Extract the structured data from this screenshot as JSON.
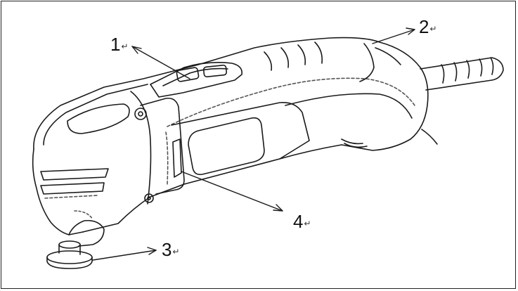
{
  "callouts": [
    {
      "id": "1",
      "label": "1",
      "mark": "↵"
    },
    {
      "id": "2",
      "label": "2",
      "mark": "↵"
    },
    {
      "id": "3",
      "label": "3",
      "mark": "↵"
    },
    {
      "id": "4",
      "label": "4",
      "mark": "↵"
    }
  ],
  "colors": {
    "line": "#1a1a1a",
    "dash": "#555555",
    "background": "#ffffff"
  }
}
